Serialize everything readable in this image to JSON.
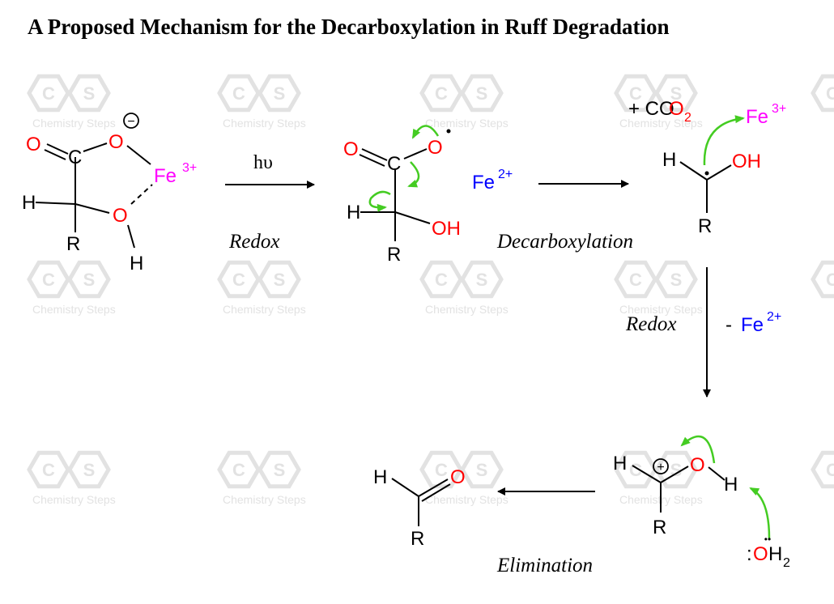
{
  "title": "A Proposed Mechanism for the Decarboxylation in Ruff Degradation",
  "colors": {
    "oxygen": "#ff0000",
    "iron3": "#ff00ff",
    "iron2": "#0000ff",
    "arrow_curved": "#44cc22",
    "bond": "#000000",
    "watermark": "#e2e2e2"
  },
  "watermark": {
    "logo_letters": [
      "C",
      "S"
    ],
    "text": "Chemistry Steps"
  },
  "step_labels": {
    "hv": "hυ",
    "redox_1": "Redox",
    "decarboxylation": "Decarboxylation",
    "redox_2": "Redox",
    "elimination": "Elimination"
  },
  "reagents": {
    "fe2_in": {
      "symbol": "Fe",
      "charge": "2+"
    },
    "co2": {
      "prefix": "+ CO",
      "subscript": "2"
    },
    "fe3_out": {
      "symbol": "Fe",
      "charge": "3+"
    },
    "fe2_out": {
      "prefix": "- ",
      "symbol": "Fe",
      "charge": "2+"
    },
    "water": {
      "lone_pair": "••",
      "colon": ":",
      "symbol": "O",
      "h": "H",
      "subscript": "2"
    }
  },
  "molecules": {
    "complex": {
      "O_carbonyl": "O",
      "C": "C",
      "O_carboxylate": "O",
      "minus": "−",
      "Fe": "Fe",
      "Fe_charge": "3+",
      "H_alpha": "H",
      "O_hydroxyl": "O",
      "H_hydroxyl": "H",
      "R": "R"
    },
    "radical": {
      "O_carbonyl": "O",
      "C": "C",
      "O_radical": "O",
      "H_alpha": "H",
      "OH": "OH",
      "R": "R"
    },
    "ketyl": {
      "H": "H",
      "OH": "OH",
      "R": "R"
    },
    "cation": {
      "H_left": "H",
      "plus": "+",
      "O": "O",
      "H_right": "H",
      "R": "R"
    },
    "aldehyde": {
      "H": "H",
      "O": "O",
      "R": "R"
    }
  }
}
